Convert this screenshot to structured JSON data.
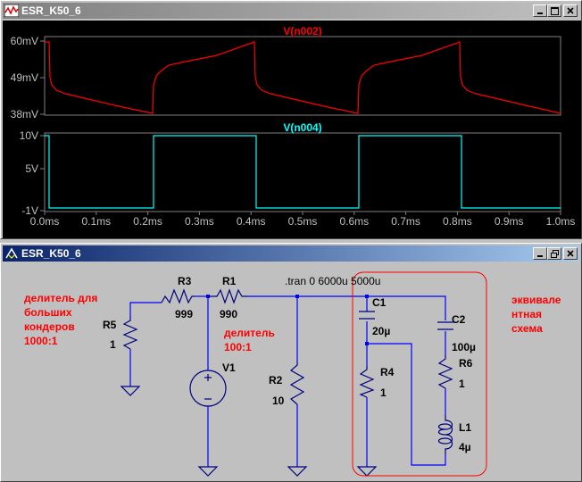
{
  "waveform_window": {
    "title": "ESR_K50_6",
    "pane1": {
      "trace_name": "V(n002)",
      "trace_color": "#ff0000",
      "y_ticks": [
        "60mV",
        "49mV",
        "38mV"
      ]
    },
    "pane2": {
      "trace_name": "V(n004)",
      "trace_color": "#00ffff",
      "y_ticks": [
        "10V",
        "5V",
        "-1V"
      ]
    },
    "x_ticks": [
      "0.0ms",
      "0.1ms",
      "0.2ms",
      "0.3ms",
      "0.4ms",
      "0.5ms",
      "0.6ms",
      "0.7ms",
      "0.8ms",
      "0.9ms",
      "1.0ms"
    ]
  },
  "schematic_window": {
    "title": "ESR_K50_6",
    "directive": ".tran 0 6000u 5000u",
    "notes": {
      "left_1": "делитель для",
      "left_2": "больших",
      "left_3": "кондеров",
      "left_4": "1000:1",
      "mid_1": "делитель",
      "mid_2": "100:1",
      "right_1": "эквивале",
      "right_2": "нтная",
      "right_3": "схема"
    },
    "components": {
      "r3_name": "R3",
      "r3_value": "999",
      "r1_name": "R1",
      "r1_value": "990",
      "r5_name": "R5",
      "r5_value": "1",
      "v1_name": "V1",
      "r2_name": "R2",
      "r2_value": "10",
      "c1_name": "C1",
      "c1_value": "20µ",
      "r4_name": "R4",
      "r4_value": "1",
      "c2_name": "C2",
      "c2_value": "100µ",
      "r6_name": "R6",
      "r6_value": "1",
      "l1_name": "L1",
      "l1_value": "4µ"
    },
    "colors": {
      "wire": "#0000ff",
      "component": "#000080",
      "note": "#ff0000",
      "box": "#ff0000"
    }
  }
}
